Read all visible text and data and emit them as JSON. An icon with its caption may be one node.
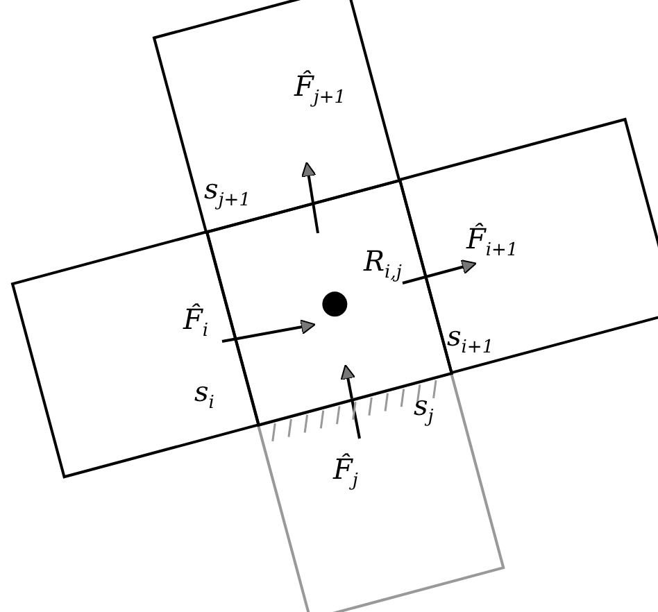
{
  "diagram": {
    "nodes": [
      {
        "text": [
          "F̂$_{j+1}$"
        ]
      },
      {
        "text": [
          "F̂$_{i}$"
        ]
      },
      {
        "text": [
          "R$_{i,j}$"
        ]
      },
      {
        "text": [
          "F̂$_{i+1}$"
        ]
      },
      {
        "text": [
          "F̂$_{j}$"
        ]
      }
    ],
    "edges": [
      {
        "from": 1,
        "to": 2,
        "arrow": "to"
      },
      {
        "from": 2,
        "to": 0,
        "arrow": "to"
      },
      {
        "from": 2,
        "to": 3,
        "arrow": "to"
      },
      {
        "from": 4,
        "to": 2,
        "arrow": "to"
      }
    ],
    "labels": [
      "s$_{j+1}$",
      "s$_{i+1}$",
      "s$_{i}$",
      "s$_{j}$"
    ]
  }
}
